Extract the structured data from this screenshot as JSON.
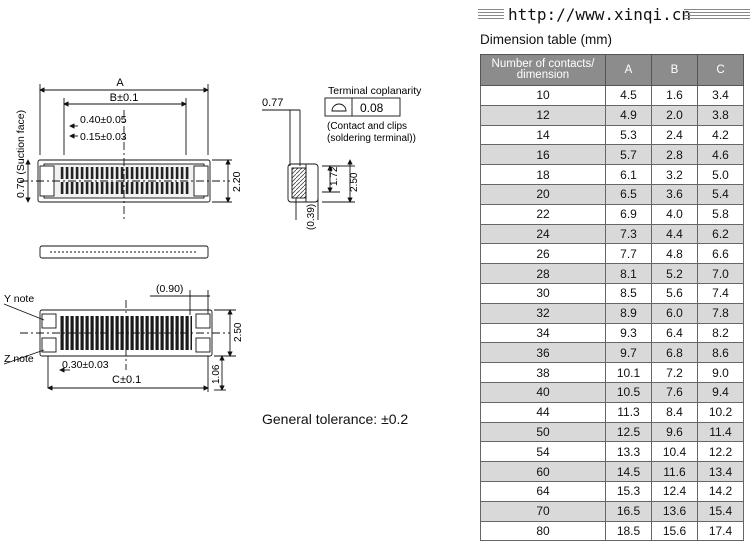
{
  "header": {
    "url": "http://www.xinqi.cn"
  },
  "table": {
    "title": "Dimension table (mm)",
    "headers": [
      "Number of contacts/ dimension",
      "A",
      "B",
      "C"
    ],
    "rows": [
      [
        "10",
        "4.5",
        "1.6",
        "3.4"
      ],
      [
        "12",
        "4.9",
        "2.0",
        "3.8"
      ],
      [
        "14",
        "5.3",
        "2.4",
        "4.2"
      ],
      [
        "16",
        "5.7",
        "2.8",
        "4.6"
      ],
      [
        "18",
        "6.1",
        "3.2",
        "5.0"
      ],
      [
        "20",
        "6.5",
        "3.6",
        "5.4"
      ],
      [
        "22",
        "6.9",
        "4.0",
        "5.8"
      ],
      [
        "24",
        "7.3",
        "4.4",
        "6.2"
      ],
      [
        "26",
        "7.7",
        "4.8",
        "6.6"
      ],
      [
        "28",
        "8.1",
        "5.2",
        "7.0"
      ],
      [
        "30",
        "8.5",
        "5.6",
        "7.4"
      ],
      [
        "32",
        "8.9",
        "6.0",
        "7.8"
      ],
      [
        "34",
        "9.3",
        "6.4",
        "8.2"
      ],
      [
        "36",
        "9.7",
        "6.8",
        "8.6"
      ],
      [
        "38",
        "10.1",
        "7.2",
        "9.0"
      ],
      [
        "40",
        "10.5",
        "7.6",
        "9.4"
      ],
      [
        "44",
        "11.3",
        "8.4",
        "10.2"
      ],
      [
        "50",
        "12.5",
        "9.6",
        "11.4"
      ],
      [
        "54",
        "13.3",
        "10.4",
        "12.2"
      ],
      [
        "60",
        "14.5",
        "11.6",
        "13.4"
      ],
      [
        "64",
        "15.3",
        "12.4",
        "14.2"
      ],
      [
        "70",
        "16.5",
        "13.6",
        "15.4"
      ],
      [
        "80",
        "18.5",
        "15.6",
        "17.4"
      ]
    ]
  },
  "drawing": {
    "top_view": {
      "dim_a": "A",
      "dim_b": "B±0.1",
      "dim_pitch": "0.40±0.05",
      "dim_pad": "0.15±0.03",
      "dim_height": "2.20",
      "suction_label": "0.70 (Suction face)"
    },
    "side_view": {
      "dim_offset": "0.77",
      "coplanarity_label": "Terminal coplanarity",
      "coplanarity_value": "0.08",
      "coplanarity_note_1": "(Contact and clips",
      "coplanarity_note_2": "(soldering terminal))",
      "dim_172": "1.72",
      "dim_250": "2.50",
      "dim_039": "(0.39)"
    },
    "bottom_view": {
      "y_note": "Y note",
      "z_note": "Z note",
      "dim_090": "(0.90)",
      "dim_250": "2.50",
      "dim_030": "0.30±0.03",
      "dim_106": "1.06",
      "dim_c": "C±0.1"
    },
    "tolerance": "General tolerance: ±0.2"
  }
}
